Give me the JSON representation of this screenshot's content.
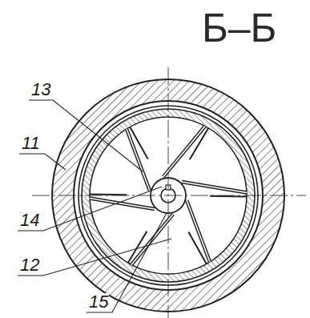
{
  "diagram": {
    "title": "Б–Б",
    "labels": [
      "13",
      "11",
      "14",
      "12",
      "15"
    ]
  }
}
